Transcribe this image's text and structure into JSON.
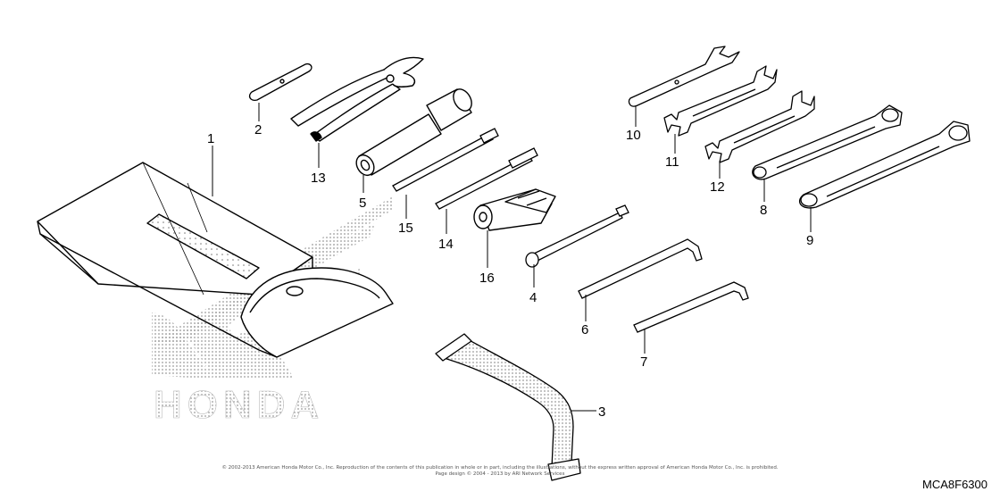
{
  "diagram": {
    "code": "MCA8F6300",
    "watermark": "HONDA",
    "copyright_line1": "© 2002-2013 American Honda Motor Co., Inc. Reproduction of the contents of this publication in whole or in part, including the illustrations, without the express written approval of American Honda Motor Co., Inc. is prohibited.",
    "copyright_line2": "Page design © 2004 - 2013 by ARI Network Services"
  },
  "callouts": [
    {
      "id": "1",
      "label": "1"
    },
    {
      "id": "2",
      "label": "2"
    },
    {
      "id": "3",
      "label": "3"
    },
    {
      "id": "4",
      "label": "4"
    },
    {
      "id": "5",
      "label": "5"
    },
    {
      "id": "6",
      "label": "6"
    },
    {
      "id": "7",
      "label": "7"
    },
    {
      "id": "8",
      "label": "8"
    },
    {
      "id": "9",
      "label": "9"
    },
    {
      "id": "10",
      "label": "10"
    },
    {
      "id": "11",
      "label": "11"
    },
    {
      "id": "12",
      "label": "12"
    },
    {
      "id": "13",
      "label": "13"
    },
    {
      "id": "14",
      "label": "14"
    },
    {
      "id": "15",
      "label": "15"
    },
    {
      "id": "16",
      "label": "16"
    }
  ],
  "colors": {
    "line": "#000000",
    "dot": "#9a9a9a",
    "background": "#ffffff"
  }
}
